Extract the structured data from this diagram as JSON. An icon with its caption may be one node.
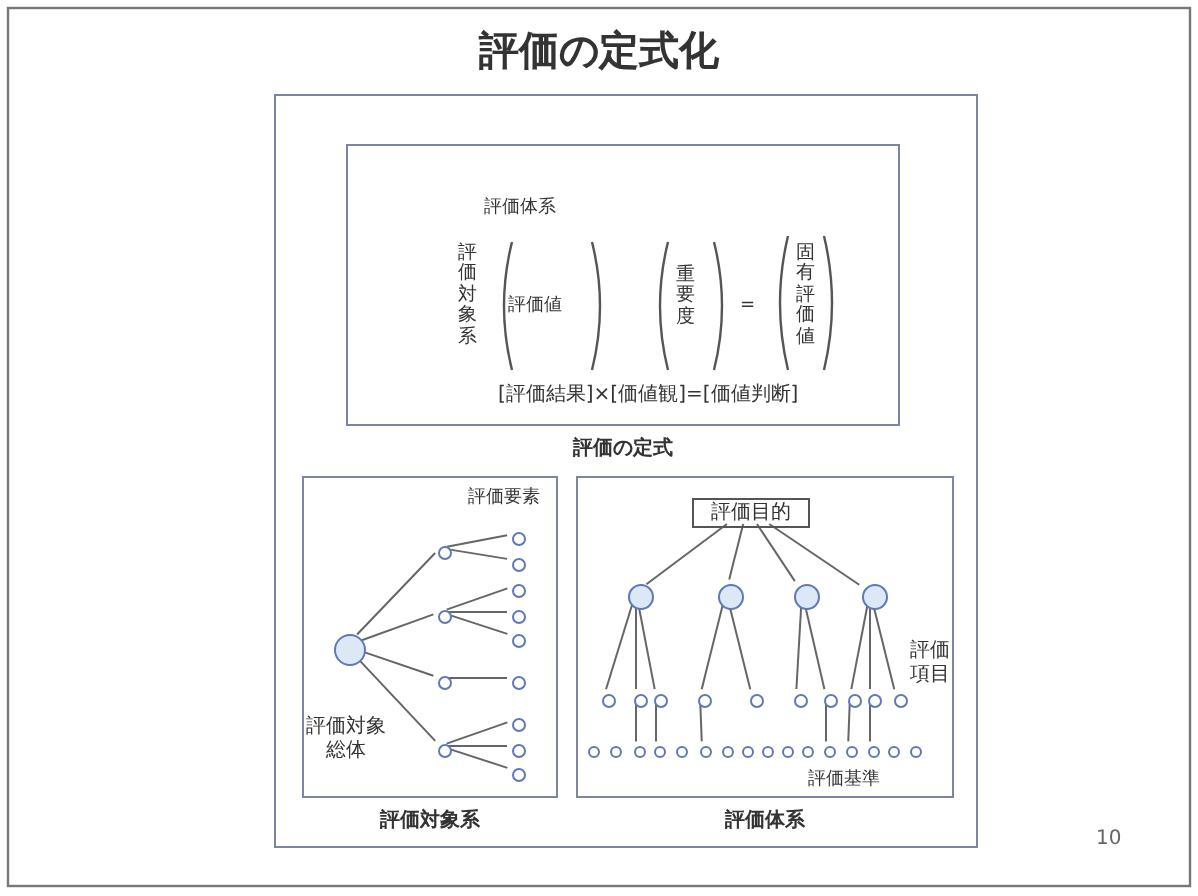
{
  "diagram": {
    "title": "評価の定式化",
    "nodes": [
      {
        "text": [],
        "shape": "box"
      },
      {
        "text": [
          "評価体系",
          "評価対象系",
          "評価値",
          "重要度",
          "=",
          "固有評価値",
          "[評価結果]×[価値観]=[価値判断]"
        ],
        "in": 0,
        "beside": [
          "評価の定式"
        ]
      },
      {
        "text": [
          "評価要素",
          "評価対象総体"
        ],
        "in": 0,
        "beside": [
          "評価対象系"
        ]
      },
      {
        "text": [
          "評価項目",
          "評価基準"
        ],
        "in": 0,
        "beside": [
          "評価体系"
        ]
      },
      {
        "text": [],
        "shape": "circle",
        "in": 2
      },
      {
        "text": [],
        "shape": "circle",
        "in": 2
      },
      {
        "text": [],
        "shape": "circle",
        "in": 2
      },
      {
        "text": [],
        "shape": "circle",
        "in": 2
      },
      {
        "text": [],
        "shape": "circle",
        "in": 2
      },
      {
        "text": [],
        "shape": "circle",
        "in": 2
      },
      {
        "text": [],
        "shape": "circle",
        "in": 2
      },
      {
        "text": [],
        "shape": "circle",
        "in": 2
      },
      {
        "text": [],
        "shape": "circle",
        "in": 2
      },
      {
        "text": [],
        "shape": "circle",
        "in": 2
      },
      {
        "text": [],
        "shape": "circle",
        "in": 2
      },
      {
        "text": [],
        "shape": "circle",
        "in": 2
      },
      {
        "text": [],
        "shape": "circle",
        "in": 2
      },
      {
        "text": [],
        "shape": "circle",
        "in": 2
      },
      {
        "text": [
          "評価目的"
        ],
        "in": 3
      },
      {
        "text": [],
        "shape": "circle",
        "in": 3
      },
      {
        "text": [],
        "shape": "circle",
        "in": 3
      },
      {
        "text": [],
        "shape": "circle",
        "in": 3
      },
      {
        "text": [],
        "shape": "circle",
        "in": 3
      },
      {
        "text": [],
        "shape": "circle",
        "in": 3
      },
      {
        "text": [],
        "shape": "circle",
        "in": 3
      },
      {
        "text": [],
        "shape": "circle",
        "in": 3
      },
      {
        "text": [],
        "shape": "circle",
        "in": 3
      },
      {
        "text": [],
        "shape": "circle",
        "in": 3
      },
      {
        "text": [],
        "shape": "circle",
        "in": 3
      },
      {
        "text": [],
        "shape": "circle",
        "in": 3
      },
      {
        "text": [],
        "shape": "circle",
        "in": 3
      },
      {
        "text": [],
        "shape": "circle",
        "in": 3
      },
      {
        "text": [],
        "shape": "circle",
        "in": 3
      },
      {
        "text": [],
        "shape": "circle",
        "in": 3
      },
      {
        "text": [],
        "shape": "circle",
        "in": 3
      },
      {
        "text": [],
        "shape": "circle",
        "in": 3
      },
      {
        "text": [],
        "shape": "circle",
        "in": 3
      },
      {
        "text": [],
        "shape": "circle",
        "in": 3
      },
      {
        "text": [],
        "shape": "circle",
        "in": 3
      },
      {
        "text": [],
        "shape": "circle",
        "in": 3
      },
      {
        "text": [],
        "shape": "circle",
        "in": 3
      },
      {
        "text": [],
        "shape": "circle",
        "in": 3
      },
      {
        "text": [],
        "shape": "circle",
        "in": 3
      },
      {
        "text": [],
        "shape": "circle",
        "in": 3
      },
      {
        "text": [],
        "shape": "circle",
        "in": 3
      },
      {
        "text": [],
        "shape": "circle",
        "in": 3
      },
      {
        "text": [],
        "shape": "circle",
        "in": 3
      },
      {
        "text": [],
        "shape": "circle",
        "in": 3
      },
      {
        "text": [],
        "shape": "circle",
        "in": 3
      }
    ],
    "edges": [
      {
        "from": 4,
        "to": 5,
        "arrow": "none"
      },
      {
        "from": 4,
        "to": 6,
        "arrow": "none"
      },
      {
        "from": 4,
        "to": 7,
        "arrow": "none"
      },
      {
        "from": 4,
        "to": 8,
        "arrow": "none"
      },
      {
        "from": 5,
        "to": 9,
        "arrow": "none"
      },
      {
        "from": 5,
        "to": 10,
        "arrow": "none"
      },
      {
        "from": 6,
        "to": 11,
        "arrow": "none"
      },
      {
        "from": 6,
        "to": 12,
        "arrow": "none"
      },
      {
        "from": 6,
        "to": 13,
        "arrow": "none"
      },
      {
        "from": 7,
        "to": 14,
        "arrow": "none"
      },
      {
        "from": 8,
        "to": 15,
        "arrow": "none"
      },
      {
        "from": 8,
        "to": 16,
        "arrow": "none"
      },
      {
        "from": 8,
        "to": 17,
        "arrow": "none"
      },
      {
        "from": 18,
        "to": 19,
        "arrow": "none"
      },
      {
        "from": 18,
        "to": 20,
        "arrow": "none"
      },
      {
        "from": 18,
        "to": 21,
        "arrow": "none"
      },
      {
        "from": 18,
        "to": 22,
        "arrow": "none"
      },
      {
        "from": 19,
        "to": 23,
        "arrow": "none"
      },
      {
        "from": 19,
        "to": 24,
        "arrow": "none"
      },
      {
        "from": 19,
        "to": 25,
        "arrow": "none"
      },
      {
        "from": 20,
        "to": 26,
        "arrow": "none"
      },
      {
        "from": 20,
        "to": 27,
        "arrow": "none"
      },
      {
        "from": 21,
        "to": 28,
        "arrow": "none"
      },
      {
        "from": 21,
        "to": 29,
        "arrow": "none"
      },
      {
        "from": 22,
        "to": 30,
        "arrow": "none"
      },
      {
        "from": 22,
        "to": 31,
        "arrow": "none"
      },
      {
        "from": 22,
        "to": 32,
        "arrow": "none"
      },
      {
        "from": 24,
        "to": 35,
        "arrow": "none"
      },
      {
        "from": 25,
        "to": 36,
        "arrow": "none"
      },
      {
        "from": 26,
        "to": 38,
        "arrow": "none"
      },
      {
        "from": 29,
        "to": 44,
        "arrow": "none"
      },
      {
        "from": 30,
        "to": 45,
        "arrow": "none"
      },
      {
        "from": 31,
        "to": 46,
        "arrow": "none"
      }
    ],
    "labels": [
      "10"
    ]
  }
}
